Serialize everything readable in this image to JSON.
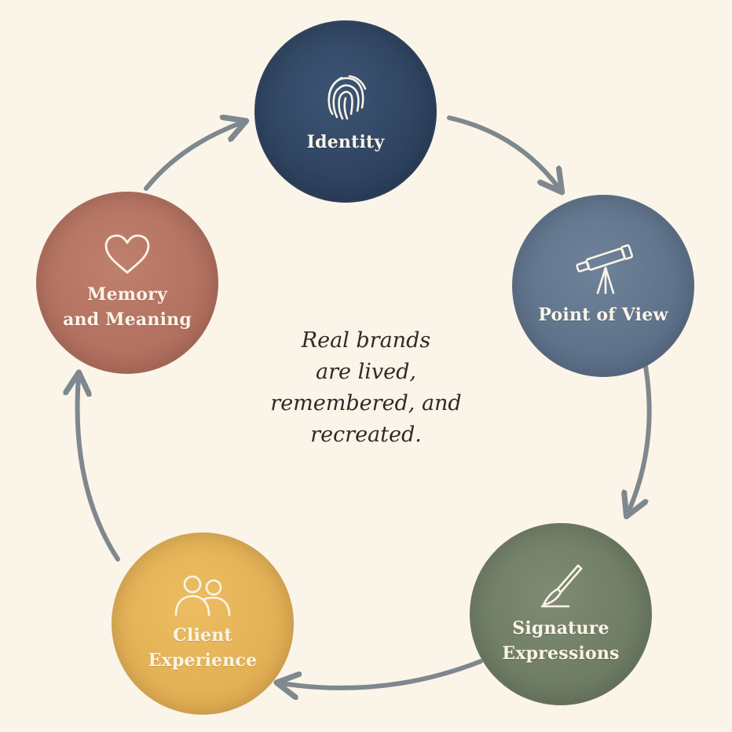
{
  "nodes": {
    "identity": {
      "label_lines": [
        "Identity"
      ],
      "icon": "fingerprint-icon",
      "color": "#2c405c"
    },
    "point_of_view": {
      "label_lines": [
        "Point of View"
      ],
      "icon": "telescope-icon",
      "color": "#5b6f88"
    },
    "signature": {
      "label_lines": [
        "Signature",
        "Expressions"
      ],
      "icon": "paintbrush-icon",
      "color": "#6c7a62"
    },
    "client": {
      "label_lines": [
        "Client",
        "Experience"
      ],
      "icon": "people-icon",
      "color": "#e2ae52"
    },
    "memory": {
      "label_lines": [
        "Memory",
        "and Meaning"
      ],
      "icon": "heart-icon",
      "color": "#b06e5d"
    }
  },
  "center_text": {
    "lines": [
      "Real brands",
      "are lived,",
      "remembered, and",
      "recreated."
    ]
  },
  "arrows": {
    "color": "#6d7a82",
    "sequence": [
      "identity",
      "point_of_view",
      "signature",
      "client",
      "memory",
      "identity"
    ]
  },
  "background": "#fbf4e8"
}
